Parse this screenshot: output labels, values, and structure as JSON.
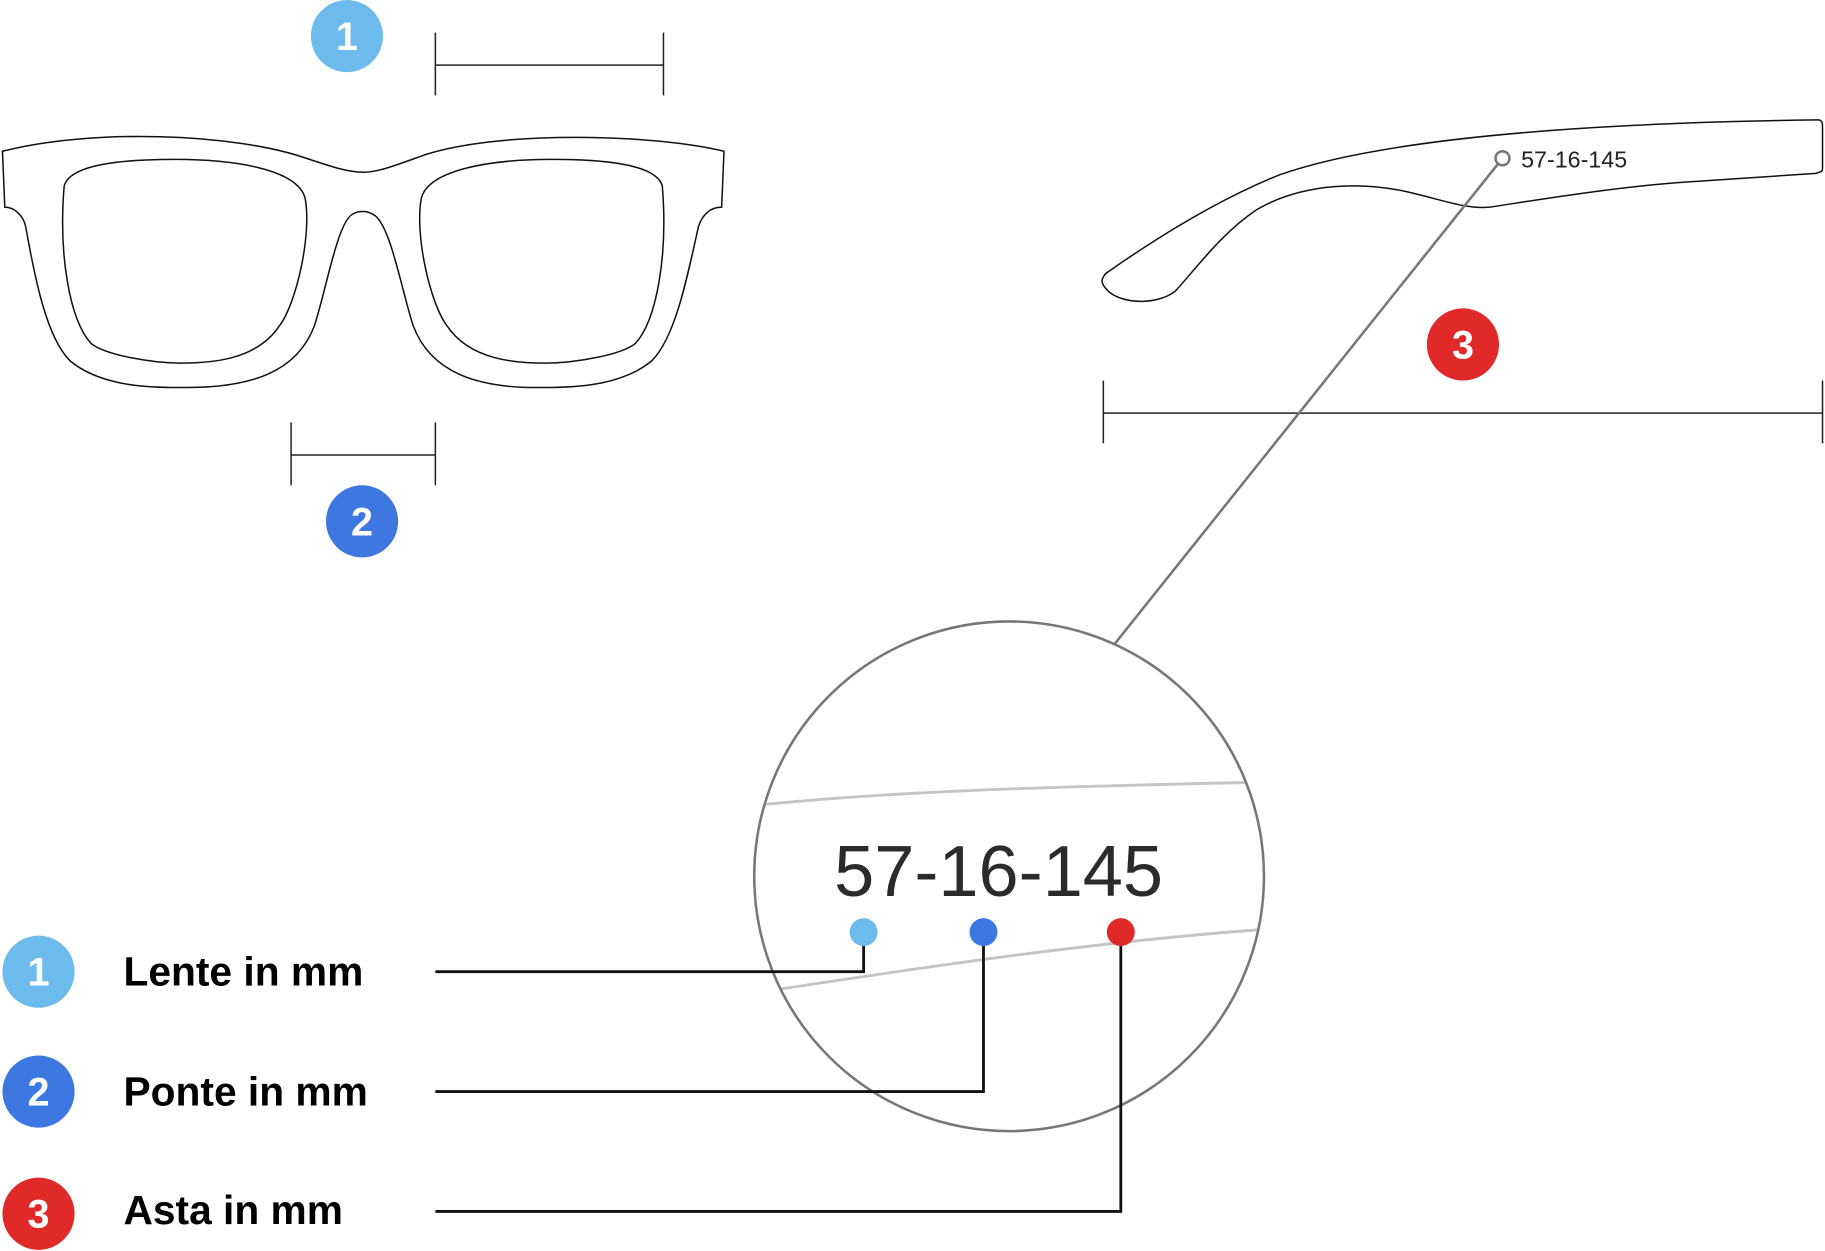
{
  "colors": {
    "lens": "#6dbbed",
    "bridge": "#3c78e0",
    "temple": "#e02a2a"
  },
  "badges": {
    "one": "1",
    "two": "2",
    "three": "3"
  },
  "temple_code": "57-16-145",
  "magnified_code": "57-16-145",
  "legend": [
    {
      "number": "1",
      "label": "Lente in mm"
    },
    {
      "number": "2",
      "label": "Ponte in mm"
    },
    {
      "number": "3",
      "label": "Asta in mm"
    }
  ]
}
